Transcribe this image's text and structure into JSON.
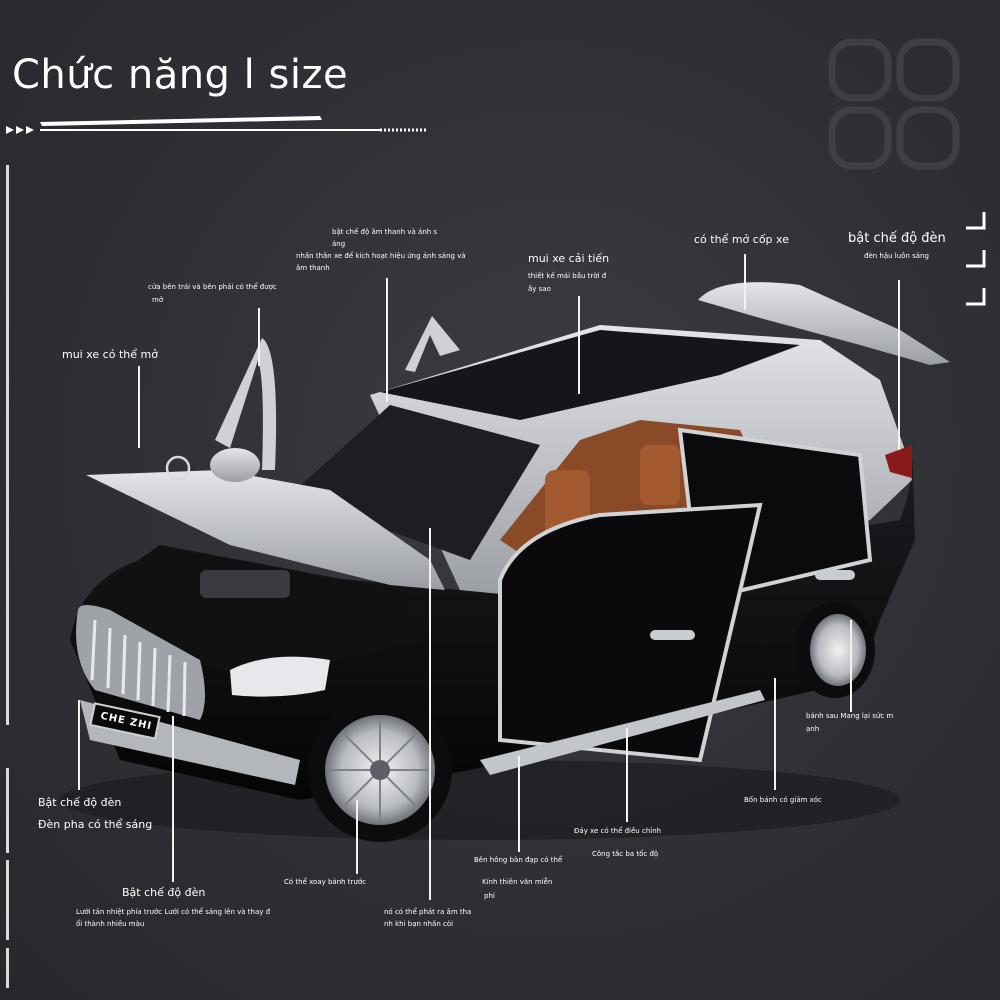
{
  "title": "Chức năng l size",
  "brand_plate": "CHE ZHI",
  "labels": {
    "sound_light": [
      "bật chế độ âm thanh và ánh s",
      "áng",
      "nhấn thân xe để kích hoạt hiệu ứng ánh sáng và",
      "âm thanh"
    ],
    "doors": [
      "cửa bên trái và bên phải có thể được",
      "mở"
    ],
    "hood": "mui xe có thể mở",
    "sunroof_title": "mui xe cải tiến",
    "sunroof": [
      "thiết kế mái bầu trời đ",
      "ầy sao"
    ],
    "trunk": "có thể mở cốp xe",
    "taillight_title": "bật chế độ đèn",
    "taillight": "đèn hậu luôn sáng",
    "rear_wheel": [
      "bánh sau Mang lại sức m",
      "ạnh"
    ],
    "suspension": "Bốn bánh có giảm xóc",
    "chassis_1": "Đáy xe có thể điều chỉnh",
    "chassis_2": "Công tắc ba tốc độ",
    "pedal": "Bên hông bàn đạp có thể",
    "glass": [
      "Kính thiên văn miễn",
      "phí"
    ],
    "sound_door": [
      "nó có thể phát ra âm tha",
      "nh khi bạn nhấn còi"
    ],
    "steering": "Có thể xoay bánh trước",
    "grille_title": "Bật chế độ đèn",
    "grille": [
      "Lưới tản nhiệt phía trước Lưới có thể sáng lên và thay đ",
      "ổi thành nhiều màu"
    ],
    "headlight_1": "Bật chế độ đèn",
    "headlight_2": "Đèn pha có thể sáng"
  },
  "colors": {
    "background": "#2f3136",
    "text": "#ffffff",
    "body_black": "#0d0d0f",
    "body_silver": "#b9bcc2",
    "interior": "#8a4a28"
  }
}
